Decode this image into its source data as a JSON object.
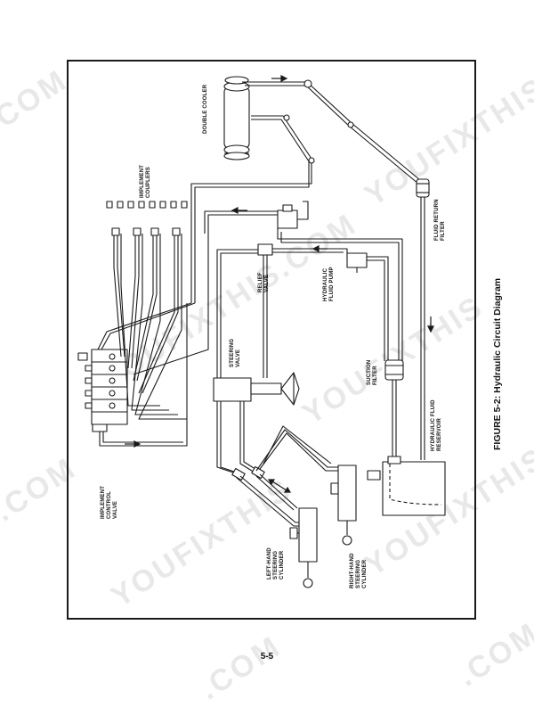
{
  "watermark": {
    "text": "YOUFIXTHIS",
    "suffix": ".COM",
    "color": "#969696"
  },
  "labels": {
    "double_cooler": "DOUBLE COOLER",
    "implement_couplers": "IMPLEMENT COUPLERS",
    "fluid_return_filter": "FLUID RETURN FILTER",
    "relief_valve": "RELIEF VALVE",
    "hydraulic_fluid_pump": "HYDRAULIC FLUID PUMP",
    "steering_valve": "STEERING VALVE",
    "suction_filter": "SUCTION FILTER",
    "hydraulic_fluid_reservoir": "HYDRAULIC FLUID RESERVOIR",
    "implement_control_valve": "IMPLEMENT CONTROL VALVE",
    "left_hand_steering_cylinder": "LEFT-HAND STEERING CYLINDER",
    "right_hand_steering_cylinder": "RIGHT-HAND STEERING CYLINDER"
  },
  "caption": "FIGURE 5-2: Hydraulic Circuit Diagram",
  "page_number": "5-5",
  "colors": {
    "line": "#1a1a1a",
    "fluid": "#ffffff"
  }
}
